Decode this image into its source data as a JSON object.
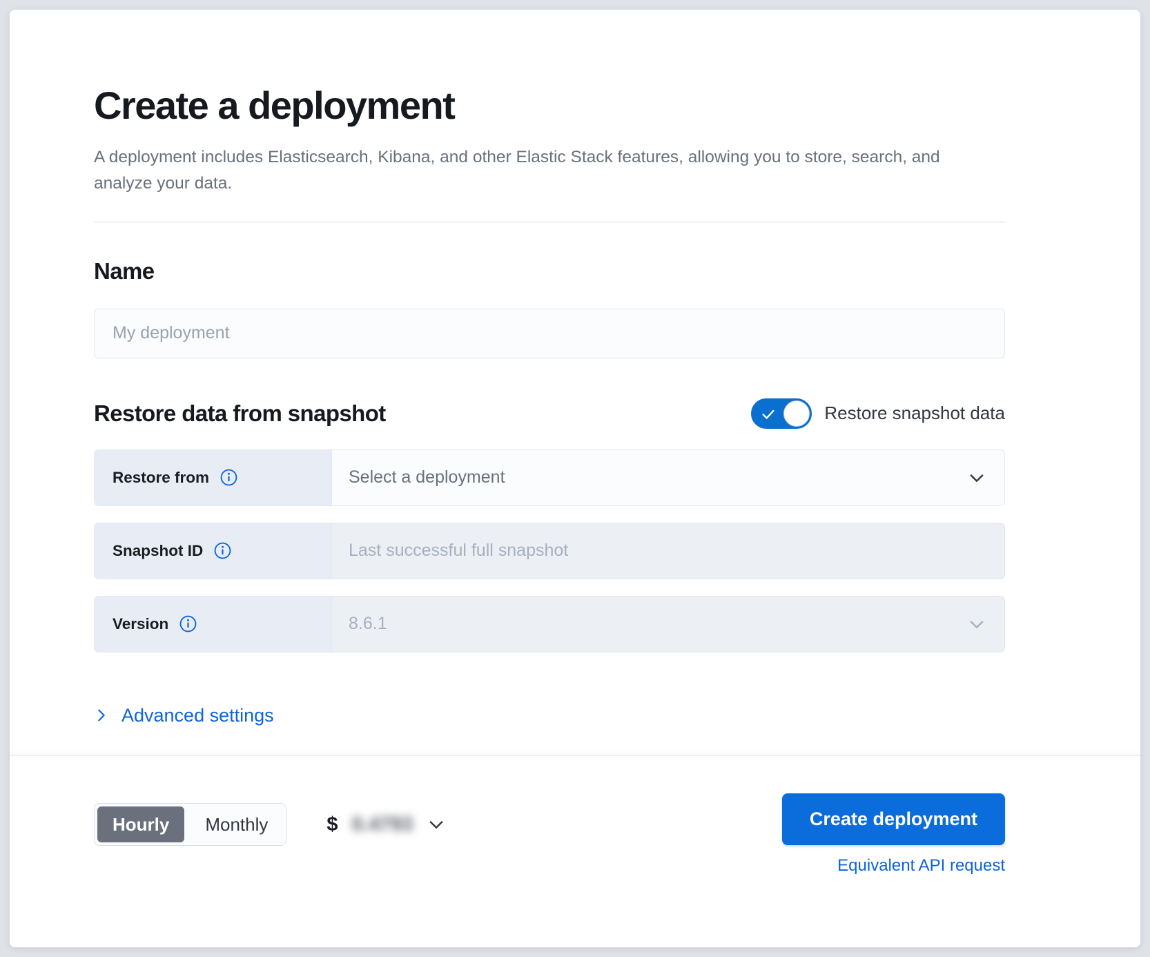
{
  "header": {
    "title": "Create a deployment",
    "description": "A deployment includes Elasticsearch, Kibana, and other Elastic Stack features, allowing you to store, search, and analyze your data."
  },
  "name_section": {
    "heading": "Name",
    "input_placeholder": "My deployment",
    "input_value": ""
  },
  "snapshot_section": {
    "heading": "Restore data from snapshot",
    "toggle": {
      "label": "Restore snapshot data",
      "checked": true,
      "on_color": "#0a70d0",
      "icon": "check-icon"
    },
    "rows": [
      {
        "label": "Restore from",
        "info_icon": "info-circle-icon",
        "value": "Select a deployment",
        "is_placeholder": true,
        "disabled": false,
        "control": "dropdown",
        "chevron_icon": "chevron-down-icon"
      },
      {
        "label": "Snapshot ID",
        "info_icon": "info-circle-icon",
        "value": "Last successful full snapshot",
        "is_placeholder": true,
        "disabled": true,
        "control": "text",
        "chevron_icon": ""
      },
      {
        "label": "Version",
        "info_icon": "info-circle-icon",
        "value": "8.6.1",
        "is_placeholder": false,
        "disabled": true,
        "control": "dropdown",
        "chevron_icon": "chevron-down-icon"
      }
    ]
  },
  "advanced": {
    "label": "Advanced settings",
    "icon": "chevron-right-icon",
    "expanded": false
  },
  "footer": {
    "billing_toggle": {
      "options": [
        "Hourly",
        "Monthly"
      ],
      "selected": "Hourly"
    },
    "price": {
      "currency_symbol": "$",
      "amount": "0.4793",
      "obscured": true,
      "chevron_icon": "chevron-down-icon"
    },
    "create_button": "Create deployment",
    "api_link": "Equivalent API request"
  },
  "colors": {
    "accent_blue": "#0b6ddb",
    "link_blue": "#0b64dd",
    "toggle_on": "#0a70d0",
    "segment_active": "#6a717d",
    "label_bg": "#e8ecf4",
    "disabled_field_bg": "#eceff4",
    "page_bg": "#dfe3e8",
    "text_primary": "#16191f",
    "text_muted": "#69707d"
  }
}
